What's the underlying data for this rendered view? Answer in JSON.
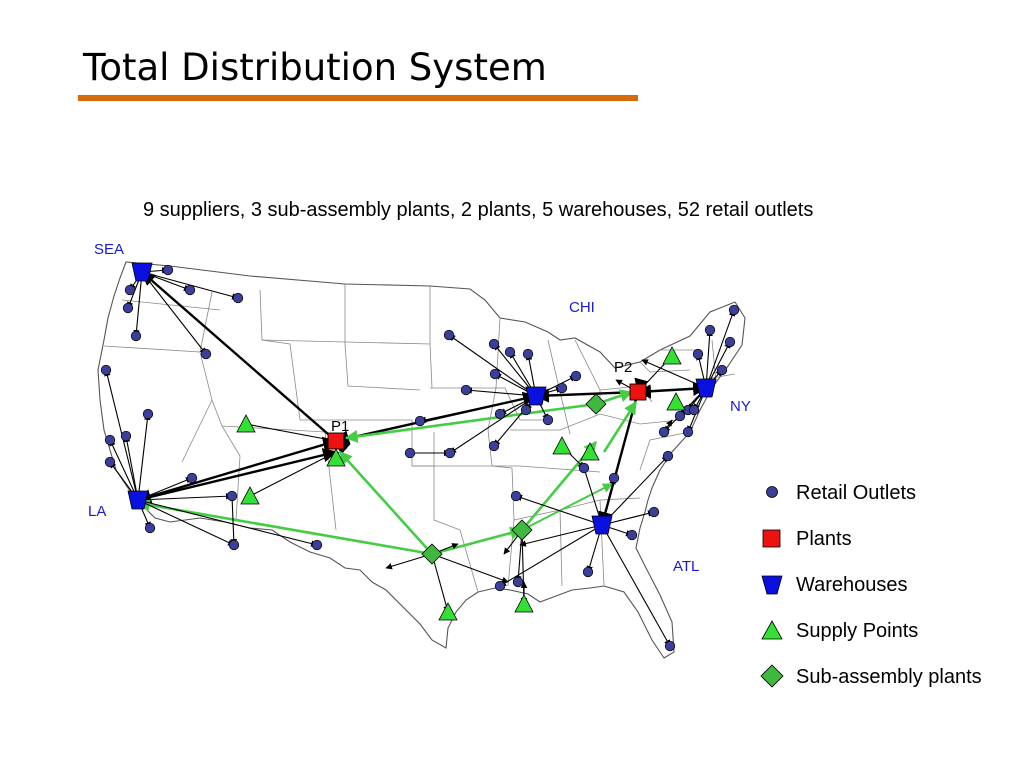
{
  "slide": {
    "title": "Total Distribution System",
    "subtitle": "9 suppliers, 3 sub-assembly plants, 2 plants, 5 warehouses, 52 retail outlets"
  },
  "colors": {
    "title_rule": "#d46a0c",
    "retail": "#3a3f99",
    "plant": "#ee1111",
    "warehouse": "#0a10e0",
    "supply": "#33e033",
    "subassembly": "#3fb83f",
    "green_link": "#44cc44",
    "city_label": "#1a1ad0"
  },
  "map": {
    "city_labels": [
      "SEA",
      "CHI",
      "NY",
      "LA",
      "ATL"
    ],
    "plant_labels": [
      "P1",
      "P2"
    ]
  },
  "legend": {
    "items": [
      {
        "label": "Retail Outlets",
        "icon": "retail-outlet-icon"
      },
      {
        "label": "Plants",
        "icon": "plant-icon"
      },
      {
        "label": "Warehouses",
        "icon": "warehouse-icon"
      },
      {
        "label": "Supply Points",
        "icon": "supply-point-icon"
      },
      {
        "label": "Sub-assembly plants",
        "icon": "sub-assembly-plant-icon"
      }
    ]
  }
}
